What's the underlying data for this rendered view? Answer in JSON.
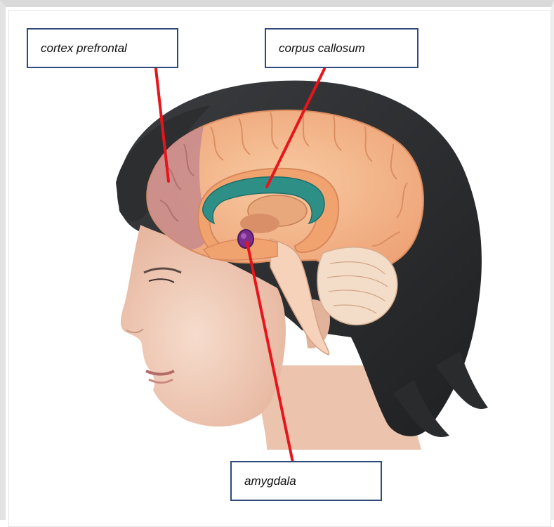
{
  "labels": {
    "prefrontal": "cortex prefrontal",
    "callosum": "corpus callosum",
    "amygdala": "amygdala"
  },
  "colors": {
    "leader_line": "#e8141b",
    "box_border": "#2f4a7a",
    "cortex": "#f2b98e",
    "prefrontal_region": "#c98c8c",
    "corpus_callosum": "#2e8f86",
    "amygdala": "#7a2d8f",
    "hair": "#2f3133",
    "skin": "#efc9b6"
  }
}
